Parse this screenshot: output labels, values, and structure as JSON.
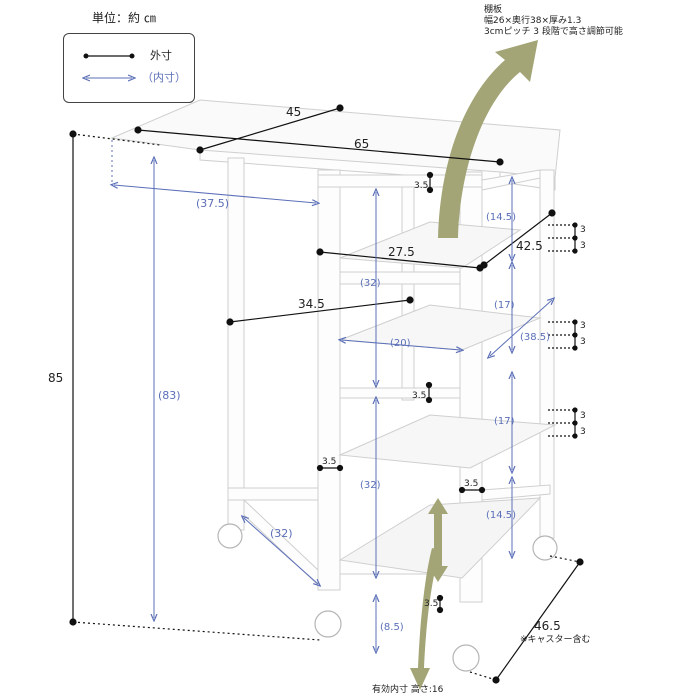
{
  "unit_label": "単位：約 ㎝",
  "legend": {
    "outer": "外寸",
    "inner": "（内寸）"
  },
  "shelf_note": {
    "title": "棚板",
    "line1": "幅26×奥行38×厚み1.3",
    "line2": "3cmピッチ 3 段階で高さ調節可能"
  },
  "dims": {
    "top_depth": "45",
    "top_width": "65",
    "leaf_inner": "(37.5)",
    "height_total": "85",
    "height_inner": "(83)",
    "shelf_width": "27.5",
    "shelf_depth": "42.5",
    "body_width": "34.5",
    "inner_top": "(14.5)",
    "inner_mid": "(17)",
    "inner_mid2": "(17)",
    "inner_bottom": "(14.5)",
    "shelf_inner_depth": "(38.5)",
    "shelf_inner_width": "(20)",
    "shelf_inner_h1": "(32)",
    "shelf_inner_h2": "(32)",
    "base_inner": "(32)",
    "clearance": "(8.5)",
    "post": "3.5",
    "pitch": "3",
    "base_depth": "46.5",
    "caster_note": "※キャスター含む",
    "bottom_note": "有効内寸 高さ:16"
  },
  "colors": {
    "outer_line": "#111111",
    "inner_line": "#5b6fb8",
    "arrow": "#a3a576",
    "wood": "#ffffff",
    "wood_edge": "#c9c9c9"
  }
}
